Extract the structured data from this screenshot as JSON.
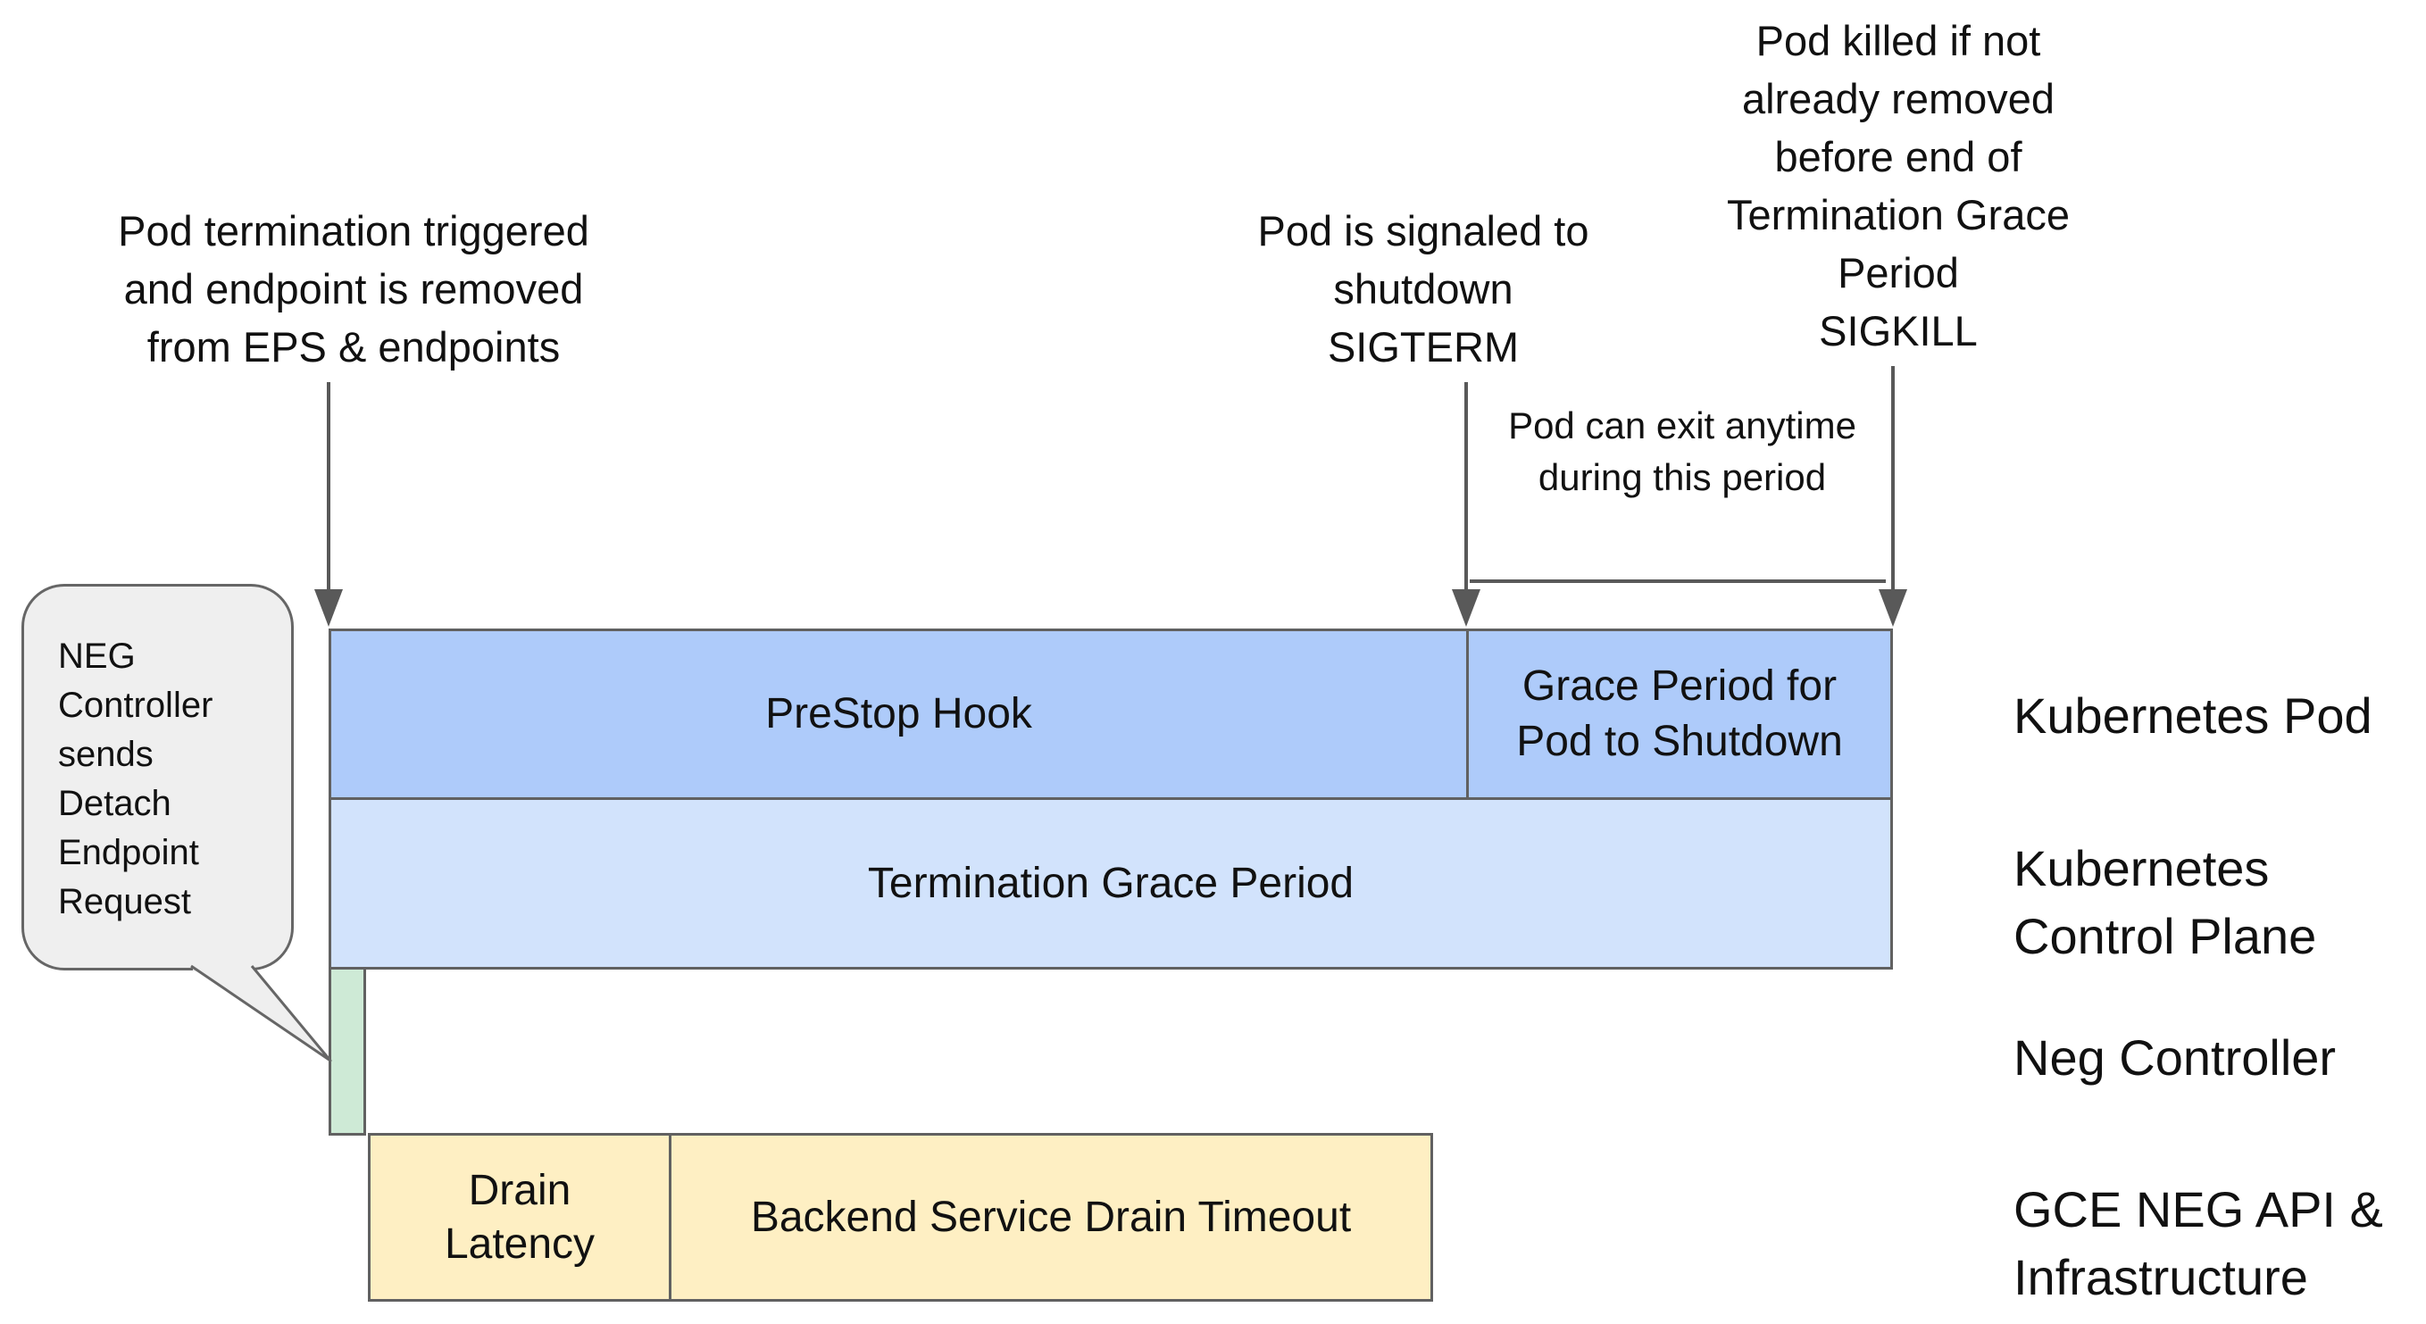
{
  "colors": {
    "pod_blue": "#aecbfa",
    "control_plane_blue": "#d2e3fc",
    "neg_green": "#ceead6",
    "gce_yellow": "#feefc3",
    "bar_border": "#616161",
    "arrow": "#595959",
    "bubble_fill": "#efefef",
    "bubble_border": "#666666",
    "text": "#111111"
  },
  "annotations": {
    "pod_termination": {
      "lines": [
        "Pod termination triggered",
        "and endpoint is removed",
        "from EPS & endpoints"
      ]
    },
    "sigterm": {
      "lines": [
        "Pod is signaled to",
        "shutdown",
        "SIGTERM"
      ]
    },
    "sigkill": {
      "lines": [
        "Pod killed if not",
        "already removed",
        "before end of",
        "Termination Grace",
        "Period",
        "SIGKILL"
      ]
    },
    "exit_period": {
      "lines": [
        "Pod can exit anytime",
        "during this period"
      ]
    }
  },
  "callout": {
    "lines": [
      "NEG",
      "Controller",
      "sends",
      "Detach",
      "Endpoint",
      "Request"
    ]
  },
  "bars": {
    "prestop": {
      "label": "PreStop Hook"
    },
    "grace": {
      "lines": [
        "Grace Period for",
        "Pod to Shutdown"
      ]
    },
    "termination": {
      "label": "Termination Grace Period"
    },
    "drain": {
      "lines": [
        "Drain",
        "Latency"
      ]
    },
    "backend": {
      "label": "Backend Service Drain Timeout"
    }
  },
  "row_labels": {
    "pod": {
      "lines": [
        "Kubernetes Pod"
      ]
    },
    "control_plane": {
      "lines": [
        "Kubernetes",
        "Control Plane"
      ]
    },
    "neg": {
      "lines": [
        "Neg Controller"
      ]
    },
    "gce": {
      "lines": [
        "GCE NEG API &",
        "Infrastructure"
      ]
    }
  }
}
